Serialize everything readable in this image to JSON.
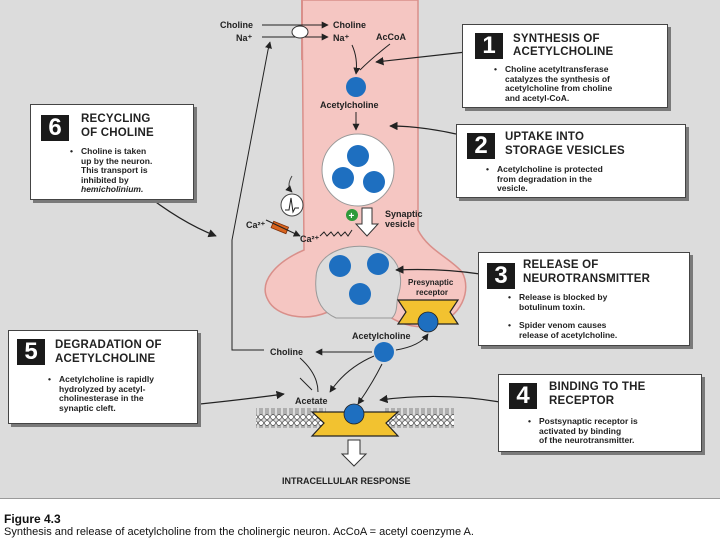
{
  "labels": {
    "choline_out": "Choline",
    "na_out": "Na⁺",
    "choline_in": "Choline",
    "na_in": "Na⁺",
    "accoa": "AcCoA",
    "acetylcholine_top": "Acetylcholine",
    "ca_out": "Ca²⁺",
    "ca_in": "Ca²⁺",
    "plus_sign": "+",
    "synaptic_vesicle_1": "Synaptic",
    "synaptic_vesicle_2": "vesicle",
    "presynaptic_1": "Presynaptic",
    "presynaptic_2": "receptor",
    "acetylcholine_cleft": "Acetylcholine",
    "choline_cleft": "Choline",
    "acetate": "Acetate",
    "intracellular": "INTRACELLULAR RESPONSE"
  },
  "callouts": {
    "c1": {
      "number": "1",
      "title_1": "SYNTHESIS OF",
      "title_2": "ACETYLCHOLINE",
      "b1": [
        "Choline acetyltransferase",
        "catalyzes the synthesis of",
        "acetylcholine from choline",
        "and acetyl-CoA."
      ]
    },
    "c2": {
      "number": "2",
      "title_1": "UPTAKE INTO",
      "title_2": "STORAGE VESICLES",
      "b1": [
        "Acetylcholine is protected",
        "from degradation in the",
        "vesicle."
      ]
    },
    "c3": {
      "number": "3",
      "title_1": "RELEASE OF",
      "title_2": "NEUROTRANSMITTER",
      "b1": [
        "Release is blocked by",
        "botulinum toxin."
      ],
      "b2": [
        "Spider venom causes",
        "release of acetylcholine."
      ]
    },
    "c4": {
      "number": "4",
      "title_1": "BINDING TO THE",
      "title_2": "RECEPTOR",
      "b1": [
        "Postsynaptic receptor is",
        "activated by binding",
        "of the neurotransmitter."
      ]
    },
    "c5": {
      "number": "5",
      "title_1": "DEGRADATION OF",
      "title_2": "ACETYLCHOLINE",
      "b1": [
        "Acetylcholine is rapidly",
        "hydrolyzed by acetyl-",
        "cholinesterase in the",
        "synaptic cleft."
      ]
    },
    "c6": {
      "number": "6",
      "title_1": "RECYCLING",
      "title_2": "OF CHOLINE",
      "b1": [
        "Choline is taken",
        "up by the neuron.",
        "This transport is",
        "inhibited by"
      ],
      "b1_italic": "hemicholinium."
    }
  },
  "caption": {
    "figure": "Figure 4.3",
    "text": "Synthesis and release of acetylcholine from the cholinergic neuron. AcCoA = acetyl coenzyme A."
  },
  "colors": {
    "neuron": "#f5c6c2",
    "neuron_stroke": "#d98f8a",
    "molecule": "#1e6fc0",
    "receptor": "#f2c230",
    "vesicle": "#ffffff",
    "background": "#dcdcdc"
  }
}
